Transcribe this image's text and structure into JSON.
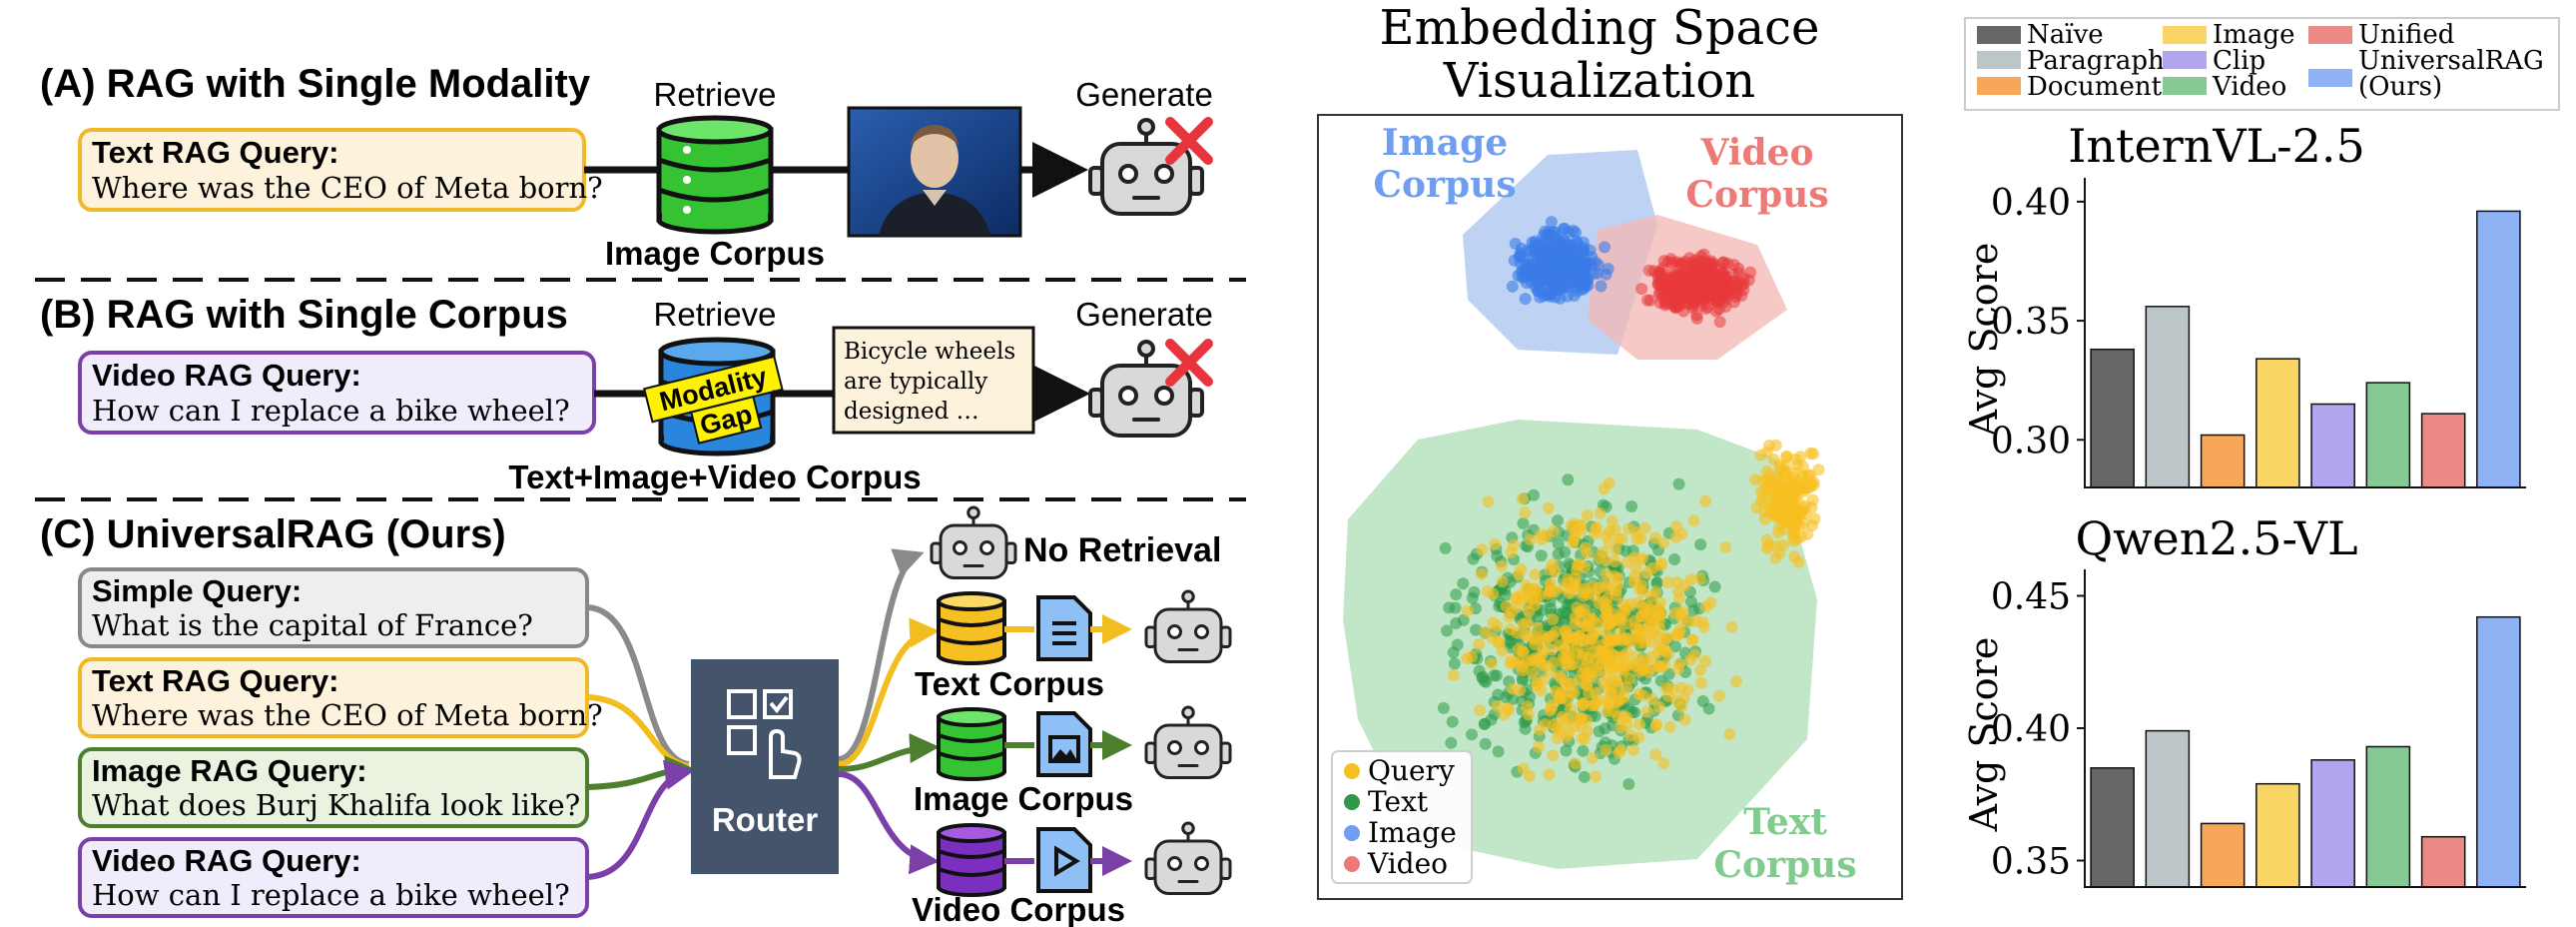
{
  "panel_a": {
    "heading": "(A) RAG with Single Modality",
    "retrieve_label": "Retrieve",
    "generate_label": "Generate",
    "query_title": "Text RAG Query:",
    "query_text": "Where was the CEO of Meta born?",
    "corpus_label": "Image Corpus"
  },
  "panel_b": {
    "heading": "(B) RAG with Single Corpus",
    "retrieve_label": "Retrieve",
    "generate_label": "Generate",
    "query_title": "Video RAG Query:",
    "query_text": "How can I replace a bike wheel?",
    "gap_line1": "Modality",
    "gap_line2": "Gap",
    "retrieved_lines": [
      "Bicycle wheels",
      "are typically",
      "designed …"
    ],
    "corpus_label": "Text+Image+Video Corpus"
  },
  "panel_c": {
    "heading": "(C) UniversalRAG (Ours)",
    "router_label": "Router",
    "no_retrieval_label": "No Retrieval",
    "queries": [
      {
        "title": "Simple Query:",
        "text": "What is the capital of France?"
      },
      {
        "title": "Text RAG Query:",
        "text": "Where was the CEO of Meta born?"
      },
      {
        "title": "Image RAG Query:",
        "text": "What does Burj Khalifa look like?"
      },
      {
        "title": "Video RAG Query:",
        "text": "How can I replace a bike wheel?"
      }
    ],
    "corpora": [
      "Text Corpus",
      "Image Corpus",
      "Video Corpus"
    ]
  },
  "embedding": {
    "title_line1": "Embedding Space",
    "title_line2": "Visualization",
    "image_corpus": [
      "Image",
      "Corpus"
    ],
    "video_corpus": [
      "Video",
      "Corpus"
    ],
    "text_corpus": [
      "Text",
      "Corpus"
    ],
    "legend": [
      "Query",
      "Text",
      "Image",
      "Video"
    ],
    "legend_colors": [
      "#f6c022",
      "#2e9a49",
      "#6f9ef0",
      "#ec7b78"
    ]
  },
  "chart_legend": [
    {
      "label": "Naïve",
      "color": "#666666"
    },
    {
      "label": "Paragraph",
      "color": "#bcc6c9"
    },
    {
      "label": "Document",
      "color": "#f7a65a"
    },
    {
      "label": "Image",
      "color": "#f8d565"
    },
    {
      "label": "Clip",
      "color": "#b3a4ee"
    },
    {
      "label": "Video",
      "color": "#86c994"
    },
    {
      "label": "Unified",
      "color": "#ec8b86"
    },
    {
      "label": "UniversalRAG",
      "color": "#8fb2f5"
    },
    {
      "label": "(Ours)",
      "color": ""
    }
  ],
  "chart_data": [
    {
      "type": "bar",
      "title": "InternVL-2.5",
      "ylabel": "Avg Score",
      "categories": [
        "Naïve",
        "Paragraph",
        "Document",
        "Image",
        "Clip",
        "Video",
        "Unified",
        "UniversalRAG (Ours)"
      ],
      "values": [
        0.338,
        0.356,
        0.302,
        0.334,
        0.315,
        0.324,
        0.311,
        0.396
      ],
      "ylim": [
        0.28,
        0.41
      ],
      "yticks": [
        "0.30",
        "0.35",
        "0.40"
      ],
      "ytick_values": [
        0.3,
        0.35,
        0.4
      ]
    },
    {
      "type": "bar",
      "title": "Qwen2.5-VL",
      "ylabel": "Avg Score",
      "categories": [
        "Naïve",
        "Paragraph",
        "Document",
        "Image",
        "Clip",
        "Video",
        "Unified",
        "UniversalRAG (Ours)"
      ],
      "values": [
        0.385,
        0.399,
        0.364,
        0.379,
        0.388,
        0.393,
        0.359,
        0.442
      ],
      "ylim": [
        0.34,
        0.46
      ],
      "yticks": [
        "0.35",
        "0.40",
        "0.45"
      ],
      "ytick_values": [
        0.35,
        0.4,
        0.45
      ]
    }
  ]
}
